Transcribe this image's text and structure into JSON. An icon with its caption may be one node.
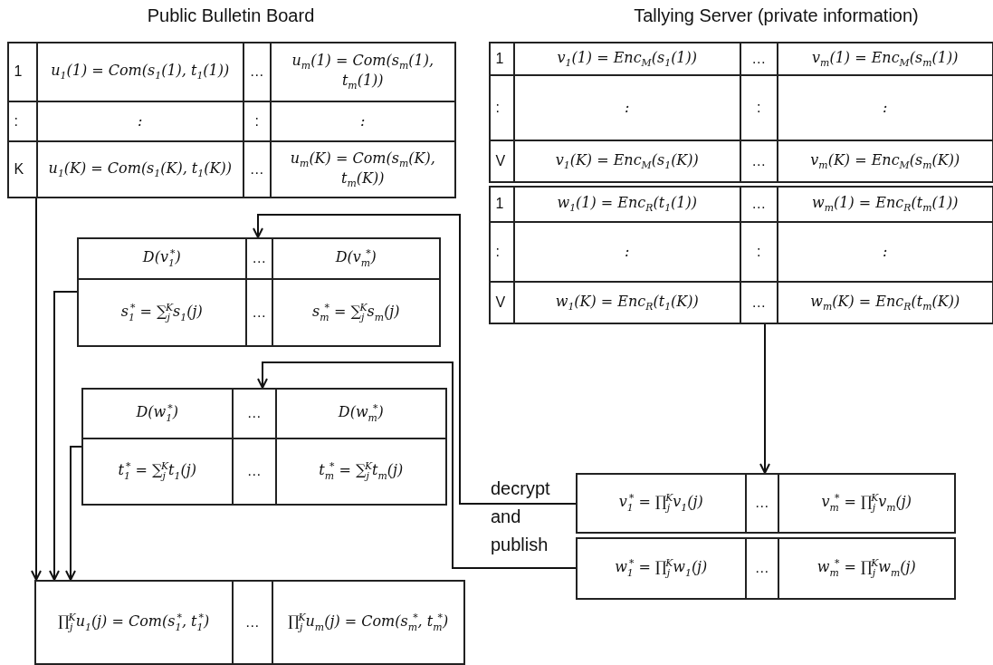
{
  "diagram": {
    "nodes": [
      {
        "text": [
          "1",
          "u$_{1}$(1) = Com(s$_{1}$(1), t$_{1}$(1))",
          "…",
          "u$_{m}$(1) = Com(s$_{m}$(1), t$_{m}$(1))",
          ":",
          ":",
          ":",
          ":",
          "K",
          "u$_{1}$(K) = Com(s$_{1}$(K), t$_{1}$(K))",
          "…",
          "u$_{m}$(K) = Com(s$_{m}$(K), t$_{m}$(K))"
        ]
      },
      {
        "text": [
          "1",
          "v$_{1}$(1) = Enc$_{M}$(s$_{1}$(1))",
          "…",
          "v$_{m}$(1) = Enc$_{M}$(s$_{m}$(1))",
          ":",
          ":",
          ":",
          ":",
          "V",
          "v$_{1}$(K) = Enc$_{M}$(s$_{1}$(K))",
          "…",
          "v$_{m}$(K) = Enc$_{M}$(s$_{m}$(K))"
        ]
      },
      {
        "text": [
          "1",
          "w$_{1}$(1) = Enc$_{R}$(t$_{1}$(1))",
          "…",
          "w$_{m}$(1) = Enc$_{R}$(t$_{m}$(1))",
          ":",
          ":",
          ":",
          ":",
          "V",
          "w$_{1}$(K) = Enc$_{R}$(t$_{1}$(K))",
          "…",
          "w$_{m}$(K) = Enc$_{R}$(t$_{m}$(K))"
        ]
      },
      {
        "text": [
          "D(v$_{1}$$^{*}$)",
          "…",
          "D(v$_{m}$$^{*}$)",
          "s$_{1}$$^{*}$ = ∑$_{j}$$^{K}$s$_{1}$(j)",
          "…",
          "s$_{m}$$^{*}$ = ∑$_{j}$$^{K}$s$_{m}$(j)"
        ]
      },
      {
        "text": [
          "D(w$_{1}$$^{*}$)",
          "…",
          "D(w$_{m}$$^{*}$)",
          "t$_{1}$$^{*}$ = ∑$_{j}$$^{K}$t$_{1}$(j)",
          "…",
          "t$_{m}$$^{*}$ = ∑$_{j}$$^{K}$t$_{m}$(j)"
        ]
      },
      {
        "text": [
          "∏$_{j}$$^{K}$u$_{1}$(j) = Com(s$_{1}$$^{*}$, t$_{1}$$^{*}$)",
          "…",
          "∏$_{j}$$^{K}$u$_{m}$(j) = Com(s$_{m}$$^{*}$, t$_{m}$$^{*}$)"
        ]
      },
      {
        "text": [
          "v$_{1}$$^{*}$ = ∏$_{j}$$^{K}$v$_{1}$(j)",
          "…",
          "v$_{m}$$^{*}$ = ∏$_{j}$$^{K}$v$_{m}$(j)"
        ]
      },
      {
        "text": [
          "w$_{1}$$^{*}$ = ∏$_{j}$$^{K}$w$_{1}$(j)",
          "…",
          "w$_{m}$$^{*}$ = ∏$_{j}$$^{K}$w$_{m}$(j)"
        ]
      }
    ],
    "edges": [
      {
        "from": 0,
        "to": 5,
        "arrow": "to"
      },
      {
        "from": 3,
        "to": 5,
        "arrow": "to"
      },
      {
        "from": 4,
        "to": 5,
        "arrow": "to"
      },
      {
        "from": 2,
        "to": 6,
        "arrow": "to"
      },
      {
        "from": 6,
        "to": 3,
        "arrow": "to"
      },
      {
        "from": 7,
        "to": 4,
        "arrow": "to"
      }
    ],
    "labels": [
      "Public Bulletin Board",
      "Tallying Server (private information)",
      "decrypt and publish"
    ]
  }
}
